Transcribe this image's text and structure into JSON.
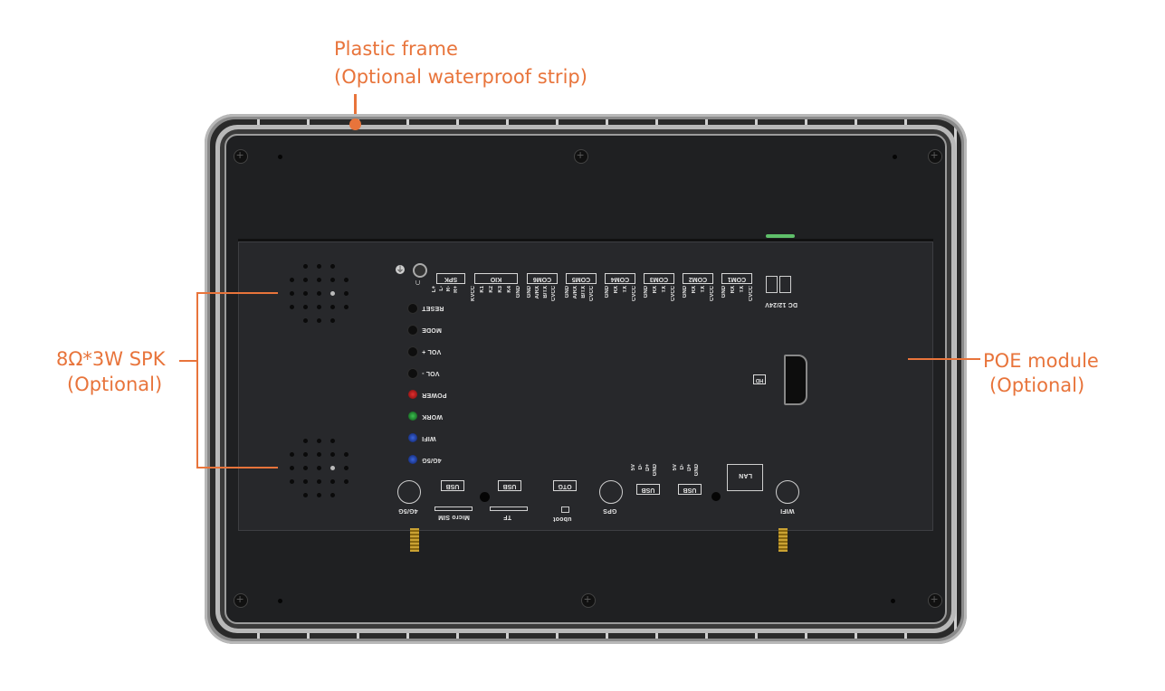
{
  "annotations": {
    "frame": {
      "line1": "Plastic frame",
      "line2": "(Optional waterproof strip)"
    },
    "speaker": {
      "line1": "8Ω*3W SPK",
      "line2": "(Optional)"
    },
    "poe": {
      "line1": "POE module",
      "line2": "(Optional)"
    }
  },
  "colors": {
    "accent": "#e8743b",
    "panel": "#1f2022",
    "frame": "#8a8a8a"
  },
  "top_connectors": {
    "spk": {
      "label": "SPK",
      "pins": [
        "R+",
        "R-",
        "L-",
        "L+"
      ]
    },
    "kio": {
      "label": "KIO",
      "pins": [
        "KVCC",
        "K1",
        "K2",
        "K3",
        "K4",
        "GND"
      ]
    },
    "com6": {
      "label": "COM6",
      "pins": [
        "GND",
        "A/RX",
        "B/TX",
        "CVCC"
      ]
    },
    "com5": {
      "label": "COM5",
      "pins": [
        "GND",
        "A/RX",
        "B/TX",
        "CVCC"
      ]
    },
    "com4": {
      "label": "COM4",
      "pins": [
        "GND",
        "RX",
        "TX",
        "CVCC"
      ]
    },
    "com3": {
      "label": "COM3",
      "pins": [
        "GND",
        "RX",
        "TX",
        "CVCC"
      ]
    },
    "com2": {
      "label": "COM2",
      "pins": [
        "GND",
        "RX",
        "TX",
        "CVCC"
      ]
    },
    "com1": {
      "label": "COM1",
      "pins": [
        "GND",
        "RX",
        "TX",
        "CVCC"
      ]
    },
    "dc": {
      "label": "DC 12/24V",
      "pins": [
        "-",
        "+"
      ]
    }
  },
  "side_controls": [
    {
      "label": "RESET",
      "type": "button"
    },
    {
      "label": "MODE",
      "type": "button"
    },
    {
      "label": "VOL +",
      "type": "button"
    },
    {
      "label": "VOL -",
      "type": "button"
    },
    {
      "label": "POWER",
      "type": "led",
      "color": "#b01818"
    },
    {
      "label": "WORK",
      "type": "led",
      "color": "#1f8a2a"
    },
    {
      "label": "WIFI",
      "type": "led",
      "color": "#1b3fa8"
    },
    {
      "label": "4G/5G",
      "type": "led",
      "color": "#1b3fa8"
    }
  ],
  "bottom_ports": {
    "antenna_4g": "4G/5G",
    "usb1": "USB",
    "microsim": "Micro SIM",
    "usb2": "USB",
    "tf": "TF",
    "otg": "OTG",
    "uboot": "uboot",
    "gps": "GPS",
    "usb3": {
      "label": "USB",
      "pins": [
        "5V",
        "D-",
        "D+",
        "GND"
      ]
    },
    "usb4": {
      "label": "USB",
      "pins": [
        "5V",
        "D-",
        "D+",
        "GND"
      ]
    },
    "lan": "LAN",
    "wifi": "WIFI"
  },
  "hdmi": {
    "label": "HD"
  }
}
